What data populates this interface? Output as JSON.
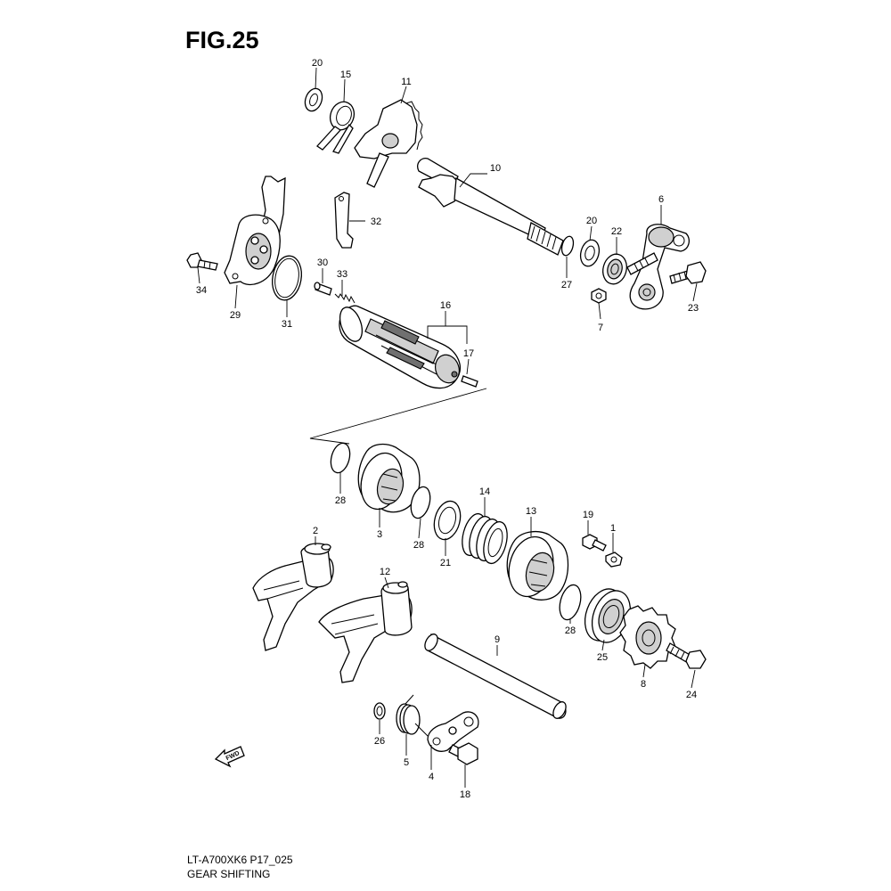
{
  "figure": {
    "title": "FIG.25",
    "reference_code": "LT-A700XK6 P17_025",
    "caption": "GEAR SHIFTING",
    "fwd_label": "FWD"
  },
  "callouts": [
    "1",
    "2",
    "3",
    "4",
    "5",
    "6",
    "7",
    "8",
    "9",
    "10",
    "11",
    "12",
    "13",
    "14",
    "15",
    "16",
    "17",
    "18",
    "19",
    "20",
    "20",
    "21",
    "22",
    "23",
    "24",
    "25",
    "26",
    "27",
    "28",
    "28",
    "28",
    "29",
    "30",
    "31",
    "32",
    "33",
    "34"
  ]
}
